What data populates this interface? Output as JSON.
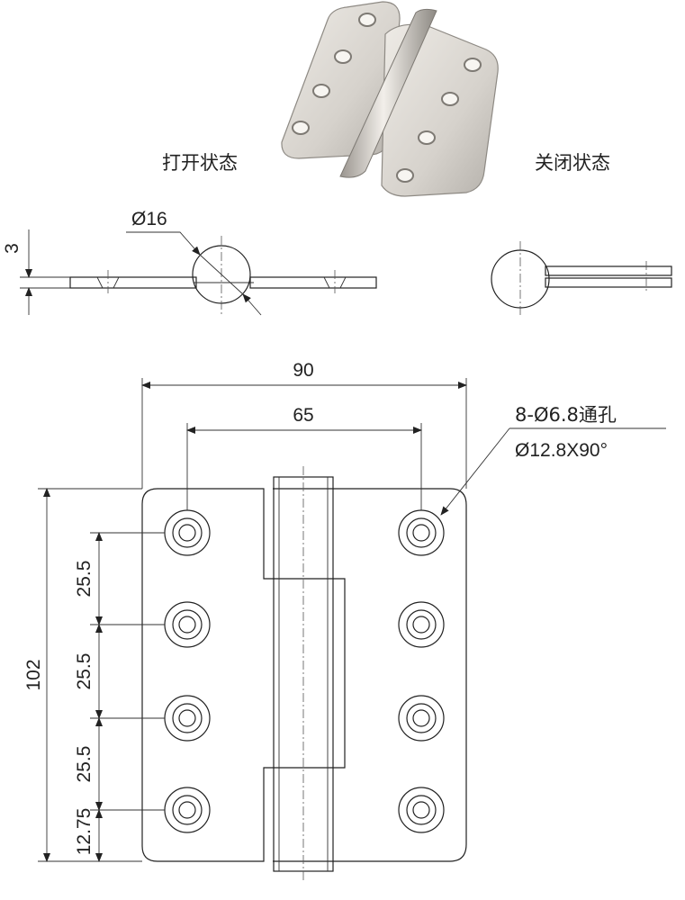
{
  "captions": {
    "open_state": "打开状态",
    "closed_state": "关闭状态"
  },
  "dimensions": {
    "thickness": "3",
    "knuckle_diameter": "Ø16",
    "overall_width": "90",
    "hole_spacing_width": "65",
    "height": "102",
    "pitch_1": "25.5",
    "pitch_2": "25.5",
    "pitch_3": "25.5",
    "edge_offset": "12.75"
  },
  "hole_callout": {
    "line1": "8-Ø6.8通孔",
    "line2": "Ø12.8X90°"
  },
  "photo": {
    "description_icon": "hinge-photo",
    "colors": {
      "metal_light": "#e4e1dc",
      "metal_mid": "#c9c5bf",
      "metal_dark": "#8e8a84"
    }
  },
  "colors": {
    "line": "#222222",
    "background": "#ffffff"
  }
}
